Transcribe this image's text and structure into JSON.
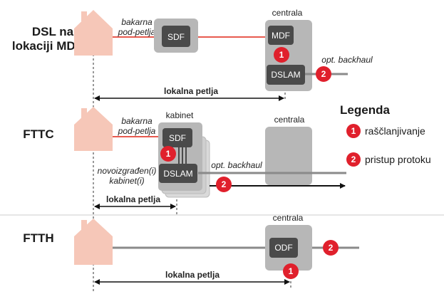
{
  "rows": {
    "dsl": {
      "title_line1": "DSL na",
      "title_line2": "lokaciji MDF-a",
      "copper_line1": "bakarna",
      "copper_line2": "pod-petlja",
      "site": "centrala",
      "sdf": "SDF",
      "mdf": "MDF",
      "dslam": "DSLAM",
      "backhaul": "opt. backhaul",
      "badge_split": "1",
      "badge_access": "2",
      "loop": "lokalna petlja"
    },
    "fttc": {
      "title": "FTTC",
      "copper_line1": "bakarna",
      "copper_line2": "pod-petlja",
      "cabinet": "kabinet",
      "site": "centrala",
      "sdf": "SDF",
      "dslam": "DSLAM",
      "new_cabinet_line1": "novoizgrađen(i)",
      "new_cabinet_line2": "kabinet(i)",
      "backhaul": "opt. backhaul",
      "badge_split": "1",
      "badge_access": "2",
      "loop": "lokalna petlja"
    },
    "ftth": {
      "title": "FTTH",
      "site": "centrala",
      "odf": "ODF",
      "badge_split": "1",
      "badge_access": "2",
      "loop": "lokalna petlja"
    }
  },
  "legend": {
    "title": "Legenda",
    "items": [
      {
        "badge": "1",
        "label": "raščlanjivanje"
      },
      {
        "badge": "2",
        "label": "pristup protoku"
      }
    ]
  },
  "colors": {
    "house": "#f6c7b8",
    "copper": "#e85a4f",
    "node_bg": "#b7b7b7",
    "box": "#4a4a4a",
    "line": "#8a8a8a",
    "badge": "#e0202c",
    "text": "#1a1a1a"
  }
}
